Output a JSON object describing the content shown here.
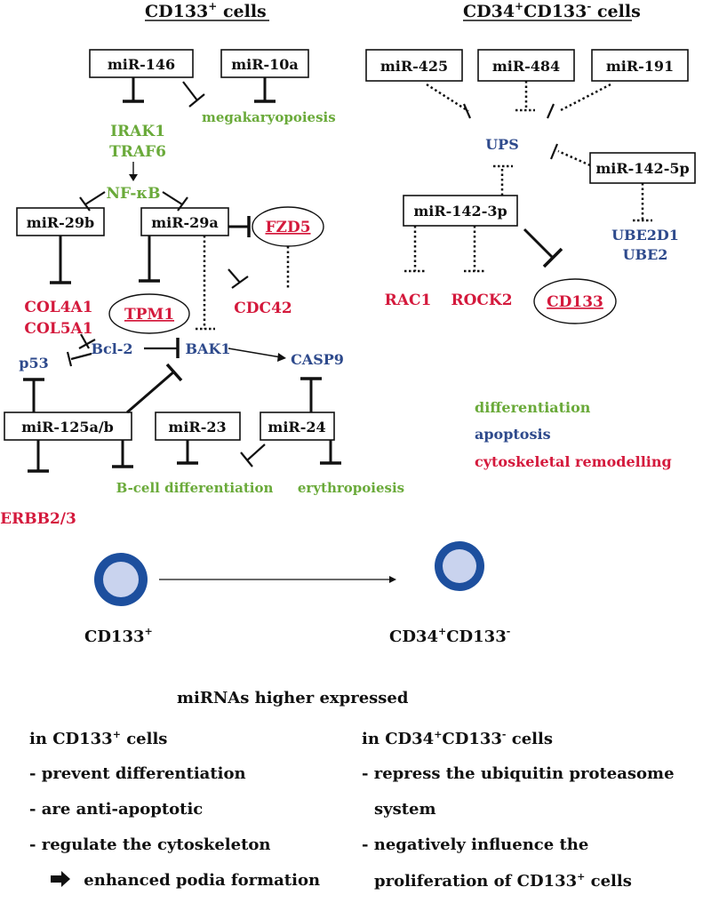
{
  "left_header": {
    "main": "CD133",
    "sup": "+",
    "rest": " cells"
  },
  "right_header": {
    "a": "CD34",
    "a_sup": "+",
    "b": "CD133",
    "b_sup": "-",
    "rest": " cells"
  },
  "boxes": {
    "mir146": "miR-146",
    "mir10a": "miR-10a",
    "mir29b": "miR-29b",
    "mir29a": "miR-29a",
    "mir125": "miR-125a/b",
    "mir23": "miR-23",
    "mir24": "miR-24",
    "mir425": "miR-425",
    "mir484": "miR-484",
    "mir191": "miR-191",
    "mir142_5p": "miR-142-5p",
    "mir142_3p": "miR-142-3p"
  },
  "targets": {
    "megakaryopoiesis": "megakaryopoiesis",
    "irak1": "IRAK1",
    "traf6": "TRAF6",
    "nfkb": "NF-κB",
    "col4a1": "COL4A1",
    "col5a1": "COL5A1",
    "tpm1": "TPM1",
    "fzd5": "FZD5",
    "cdc42": "CDC42",
    "bcl2": "Bcl-2",
    "p53": "p53",
    "bak1": "BAK1",
    "casp9": "CASP9",
    "erbb": "ERBB2/3",
    "bcell": "B-cell differentiation",
    "erythro": "erythropoiesis",
    "ups": "UPS",
    "rac1": "RAC1",
    "rock2": "ROCK2",
    "cd133": "CD133",
    "ube2d1": "UBE2D1",
    "ube2": "UBE2"
  },
  "legend": {
    "differentiation": "differentiation",
    "apoptosis": "apoptosis",
    "cytoskeletal": "cytoskeletal remodelling"
  },
  "colors": {
    "differentiation": "#6aaa3a",
    "apoptosis": "#2e4a8c",
    "cytoskeletal": "#d4193c",
    "cell_outer": "#1d4f9e",
    "cell_inner": "#c9d3ee"
  },
  "cells": {
    "left_label": "CD133",
    "left_sup": "+",
    "right_a": "CD34",
    "right_a_sup": "+",
    "right_b": "CD133",
    "right_b_sup": "-"
  },
  "summary": {
    "heading": "miRNAs higher expressed",
    "left_title_pre": "in CD133",
    "left_title_sup": "+",
    "left_title_post": " cells",
    "left_items": [
      "- prevent differentiation",
      "- are anti-apoptotic",
      "- regulate the cytoskeleton"
    ],
    "left_arrow_icon": "right-arrow-icon",
    "left_arrow_text": "enhanced podia formation",
    "right_title_pre": "in CD34",
    "right_title_sup1": "+",
    "right_title_mid": "CD133",
    "right_title_sup2": "-",
    "right_title_post": " cells",
    "right_items": [
      "- repress the ubiquitin proteasome",
      "system",
      "- negatively influence the"
    ],
    "right_last_pre": "proliferation of CD133",
    "right_last_sup": "+",
    "right_last_post": " cells"
  }
}
